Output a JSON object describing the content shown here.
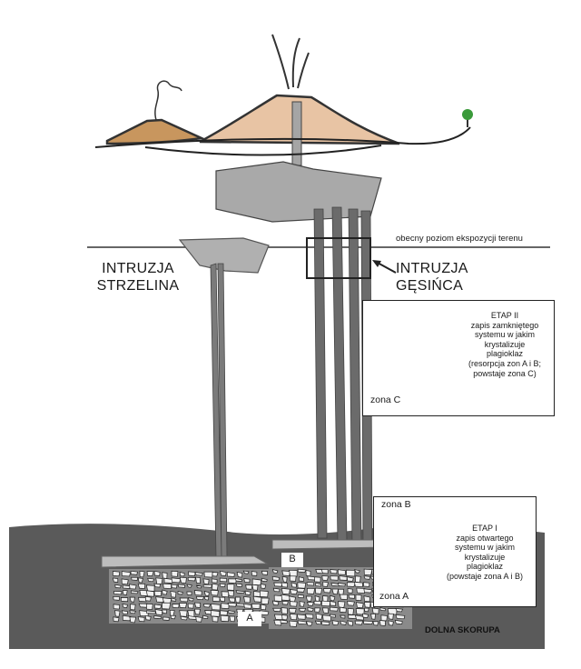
{
  "labels": {
    "exposure_level": "obecny poziom ekspozycji terenu",
    "intrusion_left_line1": "INTRUZJA",
    "intrusion_left_line2": "STRZELINA",
    "intrusion_right_line1": "INTRUZJA",
    "intrusion_right_line2": "GĘSIŃCA",
    "lower_crust": "DOLNA SKORUPA",
    "zone_tag_a": "A",
    "zone_tag_b": "B"
  },
  "stage2": {
    "title": "ETAP  II",
    "lines": [
      "zapis zamkniętego",
      "systemu w jakim",
      "krystalizuje",
      "plagioklaz",
      "(resorpcja zon A i B;",
      "powstaje zona C)"
    ],
    "zone_label": "zona C"
  },
  "stage1": {
    "title": "ETAP  I",
    "lines": [
      "zapis otwartego",
      "systemu w jakim",
      "krystalizuje",
      "plagioklaz",
      "(powstaje zona A i B)"
    ],
    "zone_b_label": "zona B",
    "zone_a_label": "zona A"
  },
  "colors": {
    "volcano_small": "#c8965e",
    "volcano_big": "#e8c4a4",
    "magma": "#a9a9a9",
    "crust": "#555555",
    "outline": "#333333"
  }
}
